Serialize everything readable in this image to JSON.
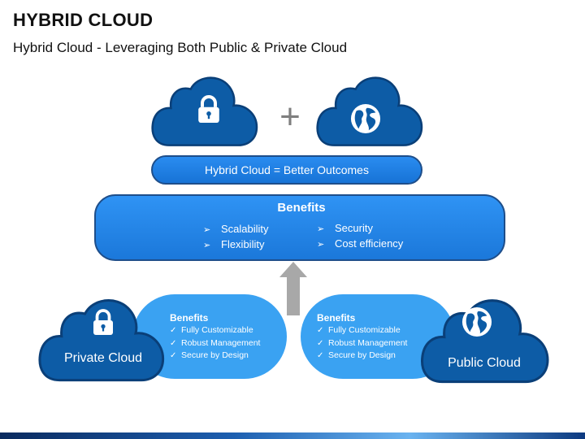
{
  "title": "HYBRID CLOUD",
  "subtitle": "Hybrid Cloud - Leveraging Both Public & Private Cloud",
  "top": {
    "plus_symbol": "+",
    "left_cloud_icon": "lock-icon",
    "right_cloud_icon": "globe-icon",
    "outcome_text": "Hybrid Cloud  = Better Outcomes"
  },
  "benefits_main": {
    "title": "Benefits",
    "left_items": [
      "Scalability",
      "Flexibility"
    ],
    "right_items": [
      "Security",
      "Cost efficiency"
    ],
    "bullet": "➢"
  },
  "private_cloud": {
    "label": "Private Cloud",
    "icon": "lock-icon",
    "benefits_title": "Benefits",
    "items": [
      "Fully Customizable",
      "Robust Management",
      "Secure by Design"
    ]
  },
  "public_cloud": {
    "label": "Public Cloud",
    "icon": "globe-icon",
    "benefits_title": "Benefits",
    "items": [
      "Fully Customizable",
      "Robust Management",
      "Secure by Design"
    ]
  },
  "check_mark": "✓",
  "colors": {
    "dark_blue": "#0d5ca6",
    "cloud_outline": "#0a3f78",
    "light_blue": "#3aa2f2",
    "arrow_gray": "#a8a8a8"
  }
}
